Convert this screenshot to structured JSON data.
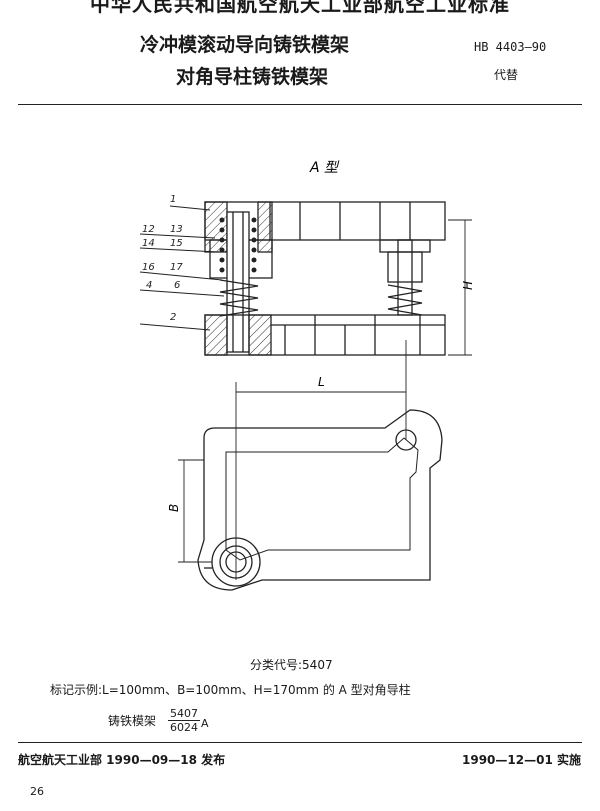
{
  "header": {
    "org_standard": "中华人民共和国航空航天工业部航空工业标准",
    "title_line1": "冷冲模滚动导向铸铁模架",
    "title_line2": "对角导柱铸铁模架",
    "standard_code": "HB 4403—90",
    "replaces": "代替"
  },
  "drawing": {
    "type_label": "A 型",
    "part_labels": [
      "1",
      "12",
      "13",
      "14",
      "15",
      "16",
      "17",
      "4",
      "6",
      "2"
    ],
    "dimension_labels": {
      "L": "L",
      "B": "B",
      "H": "H"
    }
  },
  "body": {
    "classification": "分类代号:5407",
    "marking_example": "标记示例:L=100mm、B=100mm、H=170mm 的 A 型对角导柱",
    "product_name": "铸铁模架",
    "fraction_numerator": "5407",
    "fraction_denominator": "6024",
    "fraction_suffix": "A"
  },
  "footer": {
    "issued": "航空航天工业部 1990—09—18 发布",
    "effective": "1990—12—01 实施",
    "page_number": "26"
  }
}
